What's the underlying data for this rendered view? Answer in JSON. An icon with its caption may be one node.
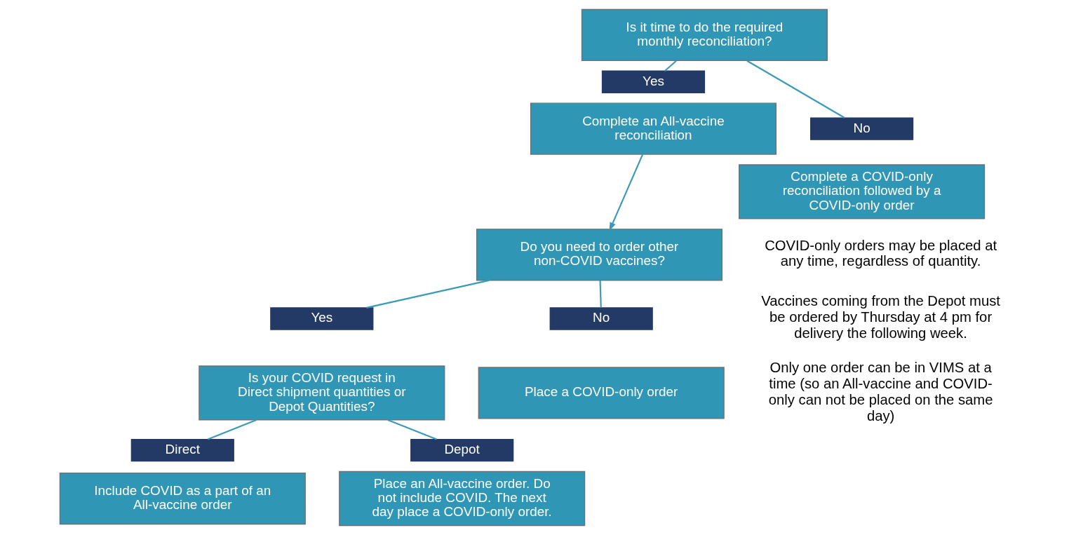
{
  "diagram": {
    "nodes": [
      {
        "text": [
          "Is it time to do the required monthly reconciliation?"
        ]
      },
      {
        "text": [
          "Yes"
        ]
      },
      {
        "text": [
          "Complete an All-vaccine reconciliation"
        ]
      },
      {
        "text": [
          "No"
        ]
      },
      {
        "text": [
          "Complete a COVID-only reconciliation followed by a COVID-only order"
        ]
      },
      {
        "text": [
          "Do you need to order other non-COVID vaccines?"
        ]
      },
      {
        "text": [
          "Yes"
        ]
      },
      {
        "text": [
          "Is your COVID request in Direct shipment quantities or Depot Quantities?"
        ]
      },
      {
        "text": [
          "No"
        ]
      },
      {
        "text": [
          "Place a COVID-only order"
        ]
      },
      {
        "text": [
          "Direct"
        ]
      },
      {
        "text": [
          "Include COVID as a part of an All-vaccine order"
        ]
      },
      {
        "text": [
          "Depot"
        ]
      },
      {
        "text": [
          "Place an All-vaccine order. Do not include COVID. The next day place a COVID-only order."
        ]
      }
    ],
    "edges": [
      {
        "from": 0,
        "to": 1,
        "arrow": "none"
      },
      {
        "from": 0,
        "to": 3,
        "arrow": "none"
      },
      {
        "from": 2,
        "to": 5,
        "arrow": "to"
      },
      {
        "from": 5,
        "to": 6,
        "arrow": "none"
      },
      {
        "from": 5,
        "to": 8,
        "arrow": "none"
      },
      {
        "from": 7,
        "to": 10,
        "arrow": "none"
      },
      {
        "from": 7,
        "to": 12,
        "arrow": "none"
      }
    ],
    "labels": [
      "COVID-only orders may be placed at any time, regardless of quantity.",
      "Vaccines coming from the Depot must be ordered by Thursday at 4 pm for delivery the following week.",
      "Only one order can be in VIMS at a time (so an All-vaccine and COVID-only can not be placed on the same day)"
    ]
  }
}
